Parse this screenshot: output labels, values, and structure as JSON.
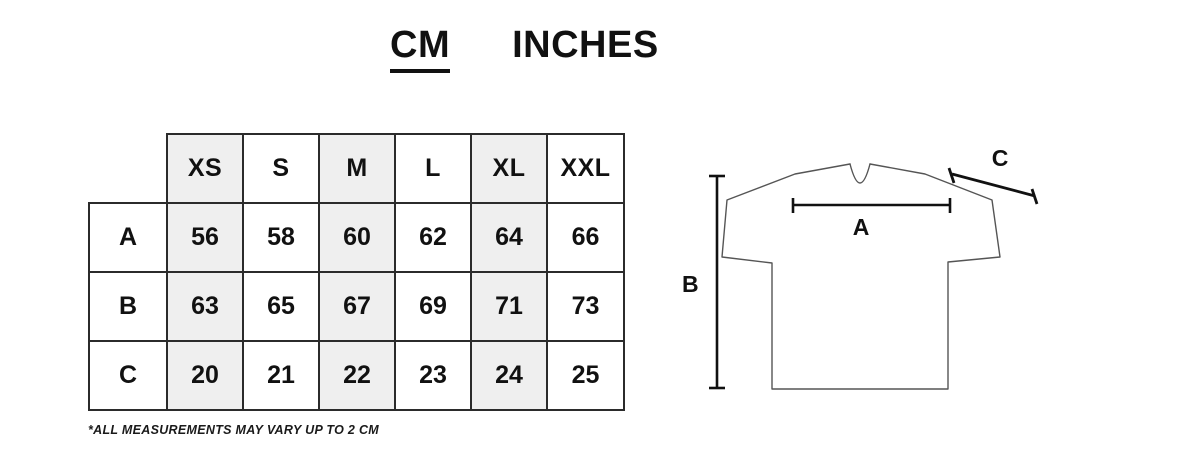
{
  "units": {
    "tabs": [
      {
        "label": "CM",
        "active": true
      },
      {
        "label": "INCHES",
        "active": false
      }
    ]
  },
  "size_table": {
    "corner_label": "",
    "size_headers": [
      "XS",
      "S",
      "M",
      "L",
      "XL",
      "XXL"
    ],
    "rows": [
      {
        "label": "A",
        "values": [
          "56",
          "58",
          "60",
          "62",
          "64",
          "66"
        ]
      },
      {
        "label": "B",
        "values": [
          "63",
          "65",
          "67",
          "69",
          "71",
          "73"
        ]
      },
      {
        "label": "C",
        "values": [
          "20",
          "21",
          "22",
          "23",
          "24",
          "25"
        ]
      }
    ],
    "shaded_columns": [
      0,
      2,
      4
    ],
    "shade_color": "#efefef",
    "border_color": "#2b2b2b"
  },
  "footnote": {
    "text": "*ALL MEASUREMENTS MAY VARY UP TO 2 CM"
  },
  "diagram": {
    "title": "t-shirt-measurement-diagram",
    "measurements": [
      {
        "key": "A",
        "label": "A",
        "description": "chest width"
      },
      {
        "key": "B",
        "label": "B",
        "description": "body length"
      },
      {
        "key": "C",
        "label": "C",
        "description": "sleeve length"
      }
    ],
    "line_color": "#111111",
    "outline_color": "#555555"
  }
}
